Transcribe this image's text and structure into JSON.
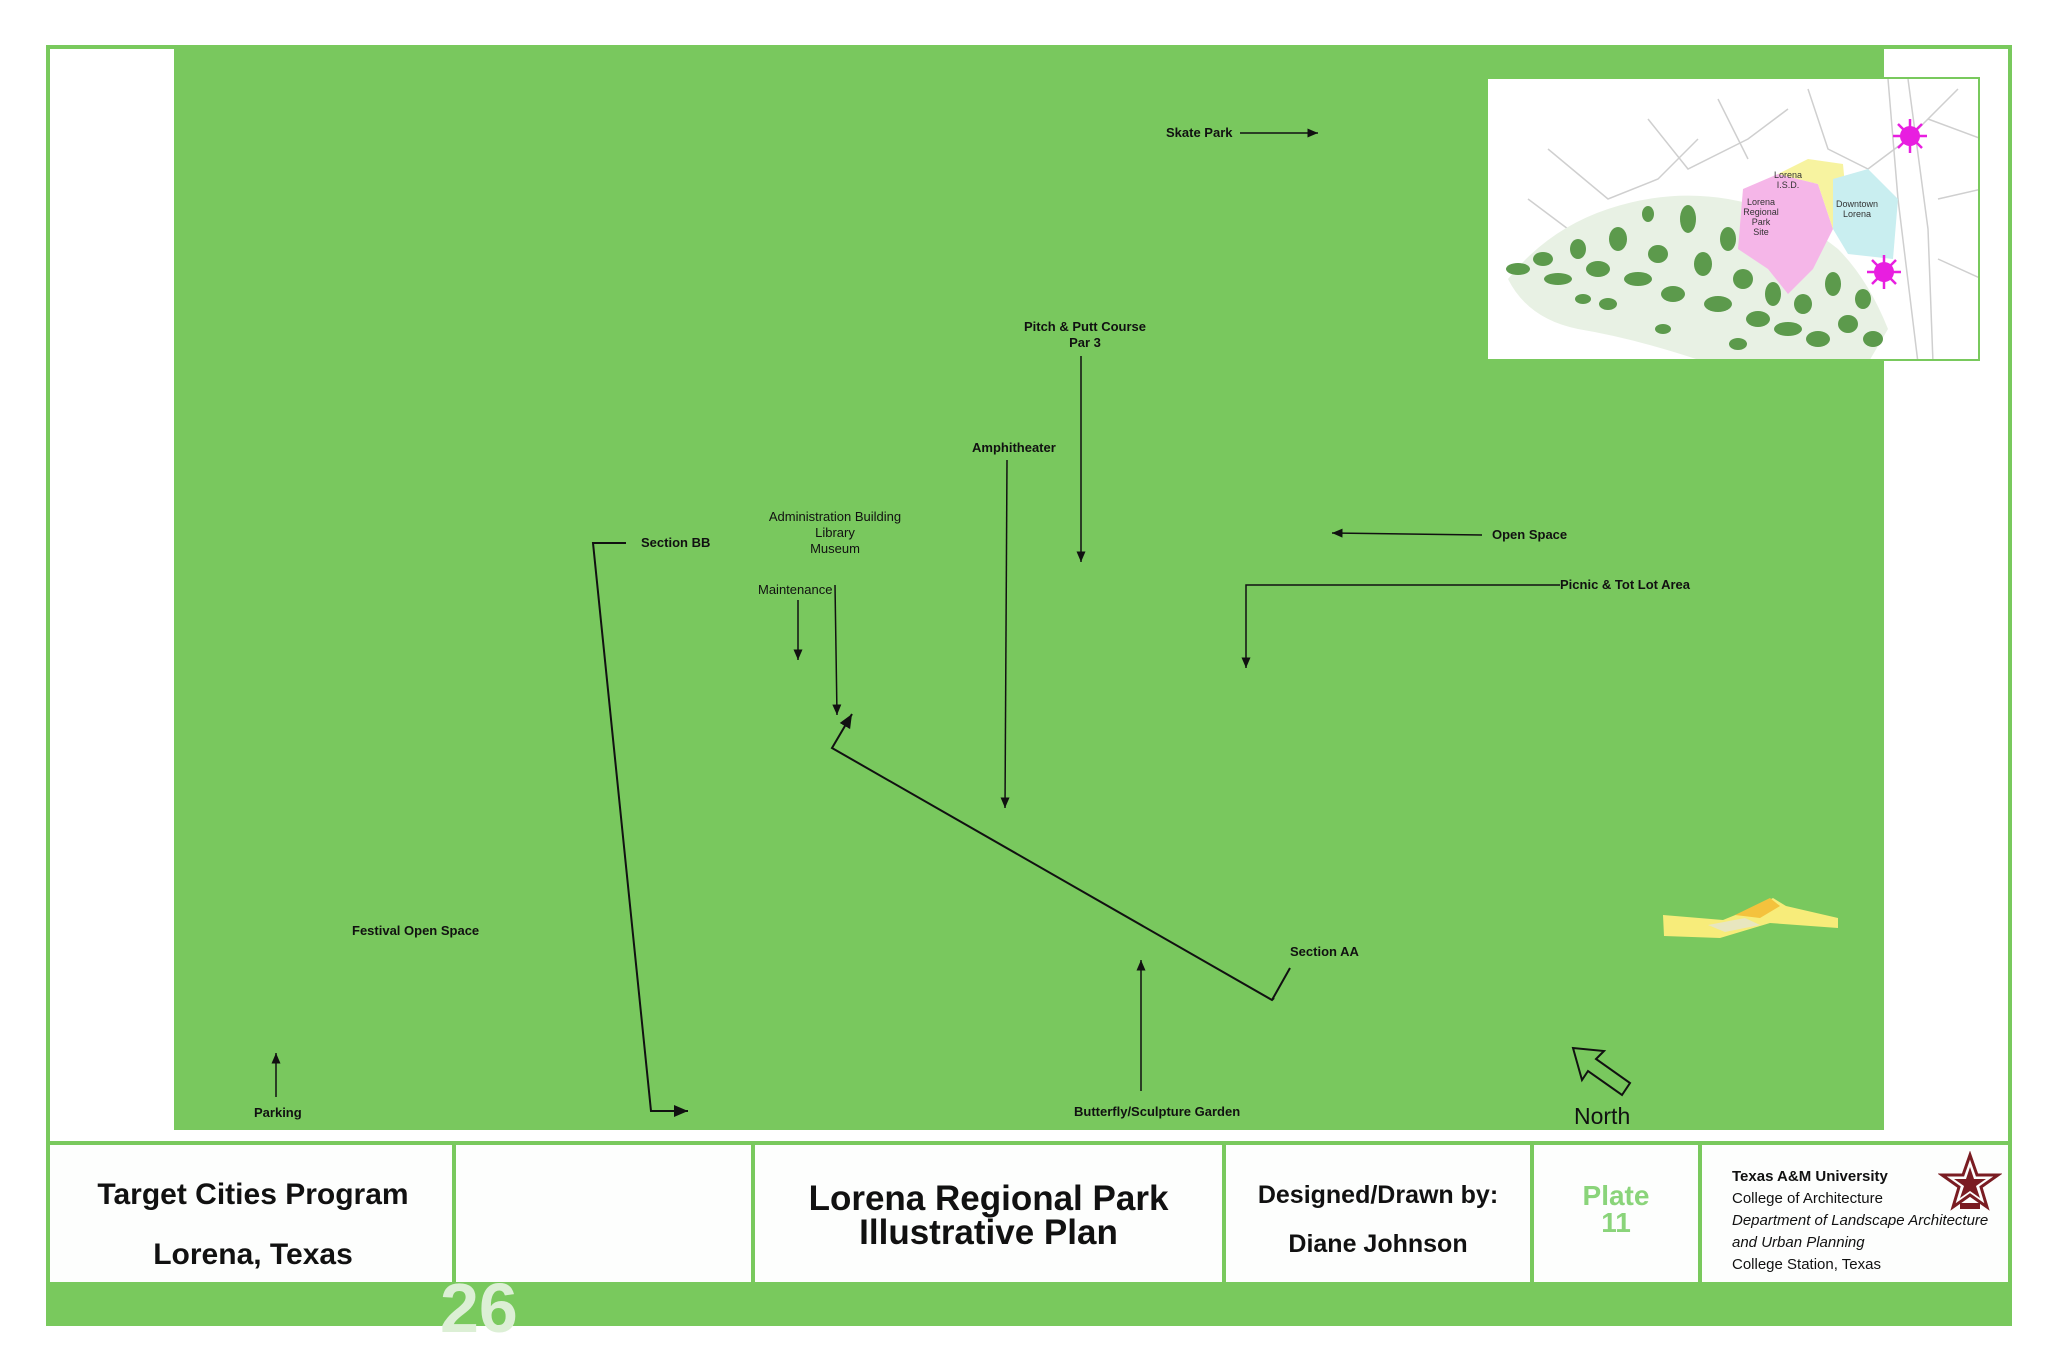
{
  "plan": {
    "labels": {
      "skate_park": "Skate Park",
      "pitch_putt": "Pitch & Putt Course",
      "par": "Par 3",
      "amphitheater": "Amphitheater",
      "section_bb": "Section BB",
      "admin_building": "Administration Building",
      "library": "Library",
      "museum": "Museum",
      "maintenance": "Maintenance",
      "open_space": "Open Space",
      "picnic": "Picnic & Tot Lot Area",
      "festival": "Festival Open Space",
      "section_aa": "Section AA",
      "parking": "Parking",
      "butterfly": "Butterfly/Sculpture Garden",
      "north": "North"
    },
    "north_arrow_icon": "north-arrow-icon",
    "colors": {
      "plan_green": "#79c85e",
      "border_green": "#79c95d"
    }
  },
  "inset_map": {
    "labels": {
      "lorena_isd": "Lorena I.S.D.",
      "park_site": "Lorena Regional Park Site",
      "downtown": "Downtown Lorena"
    },
    "marker_icon": "sun-marker-icon",
    "colors": {
      "park_site": "#f5b6e8",
      "isd": "#f7f3a0",
      "downtown": "#c9eef0",
      "marker": "#e81ee0",
      "trees": "#5c9a4c"
    }
  },
  "title_block": {
    "program": "Target Cities Program",
    "location": "Lorena, Texas",
    "project_line1": "Lorena Regional Park",
    "project_line2": "Illustrative Plan",
    "designed_label": "Designed/Drawn by:",
    "designer": "Diane Johnson",
    "plate_label": "Plate",
    "plate_number": "11",
    "university": "Texas A&M University",
    "college": "College of Architecture",
    "department_line1": "Department of Landscape Architecture",
    "department_line2": "and Urban Planning",
    "city": "College Station, Texas",
    "page_number": "26",
    "logo_icon": "texas-am-star-logo-icon"
  }
}
